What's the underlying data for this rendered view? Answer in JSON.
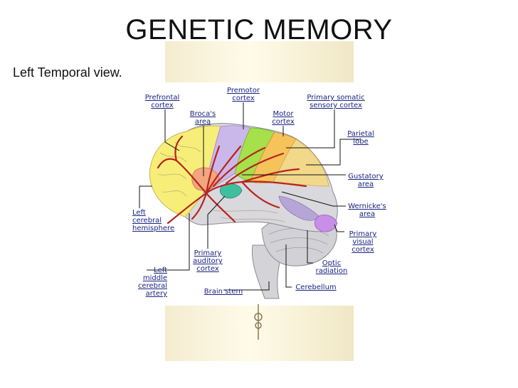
{
  "slide": {
    "title": "GENETIC MEMORY",
    "subtitle": "Left Temporal view."
  },
  "diagram": {
    "labels": {
      "prefrontal": [
        "Prefrontal",
        "cortex"
      ],
      "premotor": [
        "Premotor",
        "cortex"
      ],
      "primary_somatic": [
        "Primary somatic",
        "sensory cortex"
      ],
      "brocas": [
        "Broca's",
        "area"
      ],
      "motor": [
        "Motor",
        "cortex"
      ],
      "parietal": [
        "Parietal",
        "lobe"
      ],
      "gustatory": [
        "Gustatory",
        "area"
      ],
      "wernickes": [
        "Wernicke's",
        "area"
      ],
      "left_hemisphere": [
        "Left",
        "cerebral",
        "hemisphere"
      ],
      "primary_visual": [
        "Primary",
        "visual",
        "cortex"
      ],
      "primary_auditory": [
        "Primary",
        "auditory",
        "cortex"
      ],
      "optic_radiation": [
        "Optic",
        "radiation"
      ],
      "left_middle_artery": [
        "Left",
        "middle",
        "cerebral",
        "artery"
      ],
      "brain_stem": [
        "Brain stem"
      ],
      "cerebellum": [
        "Cerebellum"
      ]
    },
    "colors": {
      "frontal": "#f7ee7a",
      "premotor": "#cbb8ea",
      "motor": "#a6e04a",
      "sensory": "#f6c25a",
      "parietal": "#f2d88a",
      "temporal": "#d9d9de",
      "visual": "#c98ee6",
      "artery": "#b8241b",
      "label_text": "#1a237e"
    }
  }
}
